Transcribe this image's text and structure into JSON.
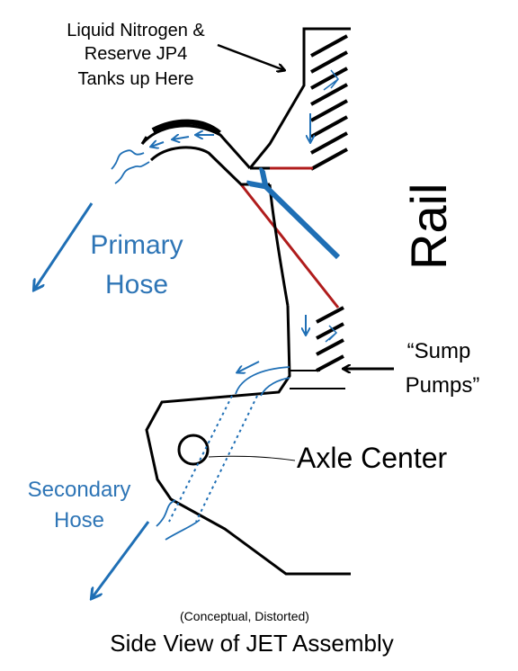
{
  "labels": {
    "tanks_line1": "Liquid Nitrogen &",
    "tanks_line2": "Reserve JP4",
    "tanks_line3": "Tanks up Here",
    "primary_line1": "Primary",
    "primary_line2": "Hose",
    "rail": "Rail",
    "sump_line1": "“Sump",
    "sump_line2": "Pumps”",
    "axle": "Axle Center",
    "secondary_line1": "Secondary",
    "secondary_line2": "Hose",
    "caption_note": "(Conceptual, Distorted)",
    "caption_title": "Side View of JET Assembly"
  },
  "colors": {
    "outline": "#000000",
    "flow_blue": "#1f6fb5",
    "red_line": "#b01c1c",
    "label_blue": "#2e75b6"
  }
}
